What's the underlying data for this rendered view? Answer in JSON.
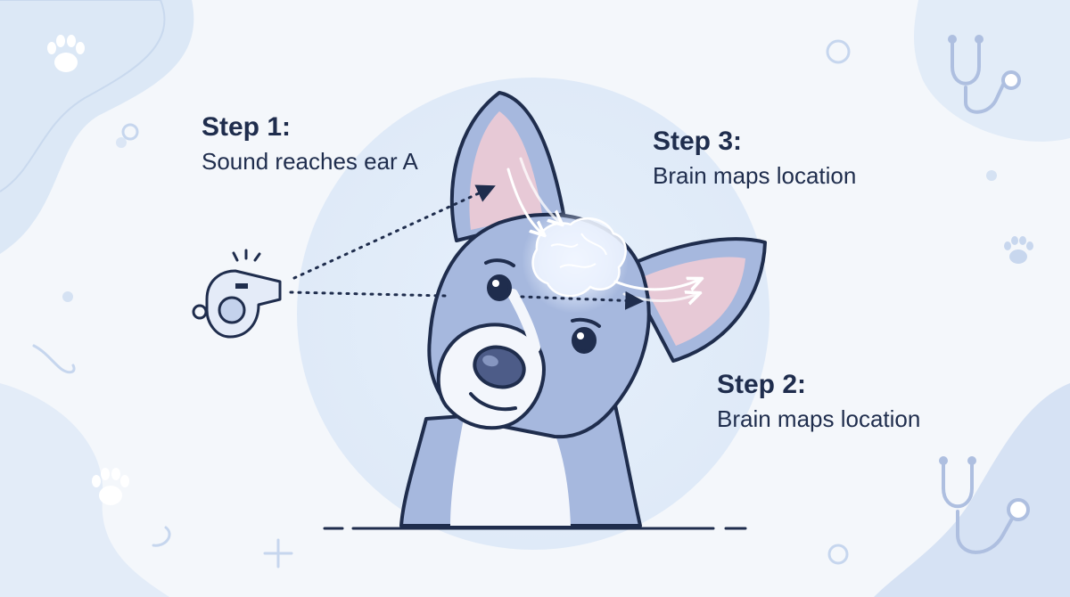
{
  "steps": [
    {
      "id": "step1",
      "title": "Step 1:",
      "text": "Sound reaches ear A"
    },
    {
      "id": "step3",
      "title": "Step 3:",
      "text": "Brain maps location"
    },
    {
      "id": "step2",
      "title": "Step 2:",
      "text": "Brain maps location"
    }
  ],
  "colors": {
    "navy": "#1f2d4d",
    "dog_blue": "#9fb2db",
    "dog_light": "#dde5f6",
    "ear_inner": "#e7c9d6",
    "blob": "#dbe7f6",
    "halo": "#e3eefa",
    "accent": "#c4d4ec"
  },
  "icons": [
    "paw-icon",
    "stethoscope-icon",
    "whistle-icon",
    "brain-icon",
    "ring-icon",
    "plus-icon"
  ]
}
